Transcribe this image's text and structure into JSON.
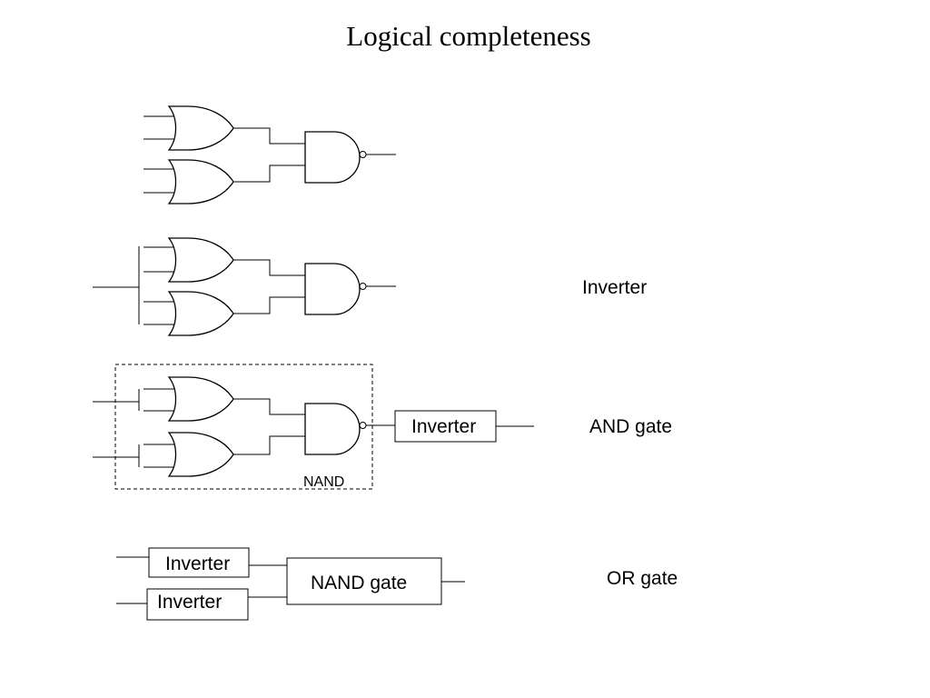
{
  "title": "Logical completeness",
  "rows": [
    {
      "caption": ""
    },
    {
      "caption": "Inverter"
    },
    {
      "caption": "AND gate",
      "block_label": "NAND",
      "box_label": "Inverter"
    },
    {
      "caption": "OR gate",
      "box_labels": [
        "Inverter",
        "Inverter",
        "NAND gate"
      ]
    }
  ]
}
